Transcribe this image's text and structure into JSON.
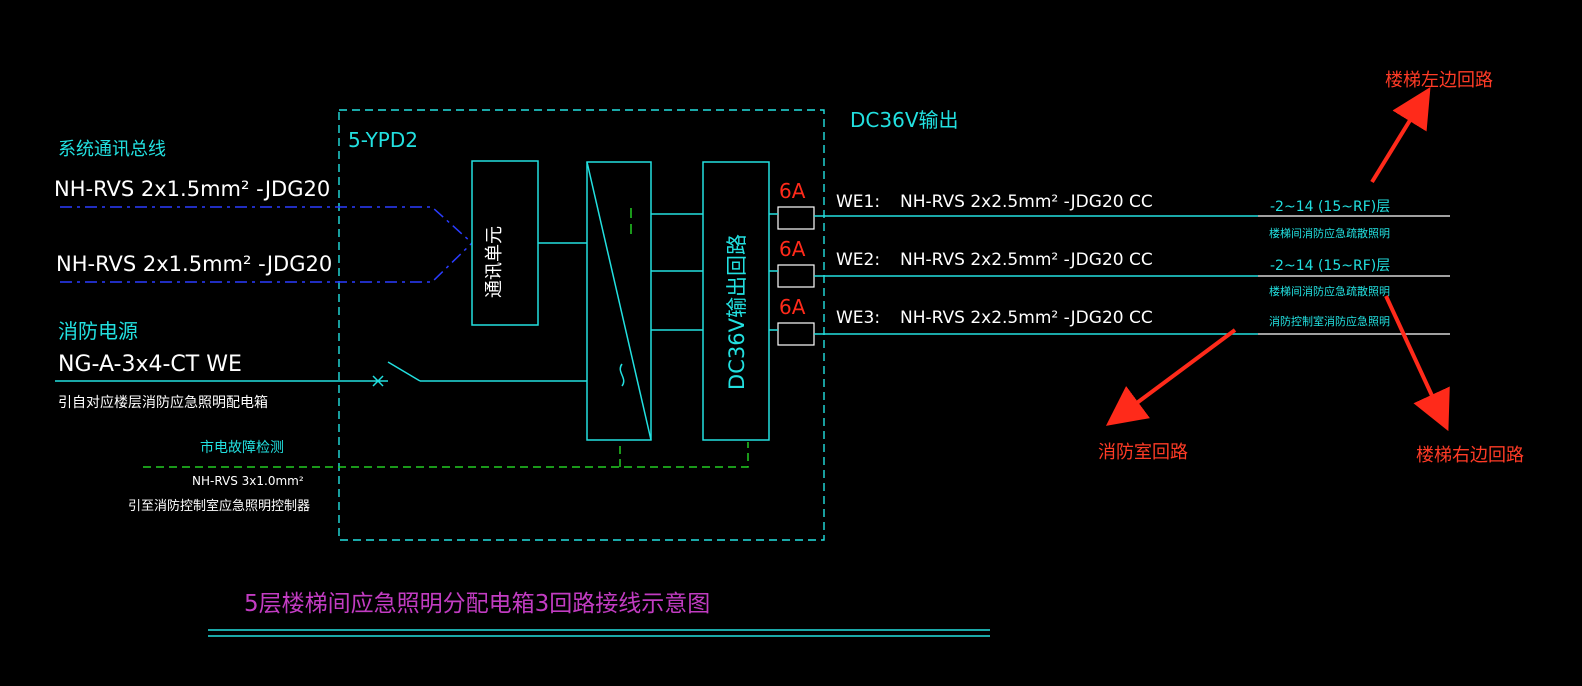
{
  "colors": {
    "background": "#000000",
    "cyan": "#22e0e0",
    "blue_dash": "#2a3cff",
    "green_dash": "#22cc22",
    "red": "#ff2a1a",
    "magenta": "#c23cc2",
    "white": "#ffffff"
  },
  "panel": {
    "name": "5-YPD2",
    "output_label": "DC36V输出"
  },
  "inputs": {
    "comm_bus_title": "系统通讯总线",
    "comm_cable_1": "NH-RVS 2x1.5mm² -JDG20",
    "comm_cable_2": "NH-RVS 2x1.5mm² -JDG20",
    "fire_power_title": "消防电源",
    "fire_power_cable": "NG-A-3x4-CT WE",
    "fire_power_source": "引自对应楼层消防应急照明配电箱",
    "mains_fault_title": "市电故障检测",
    "mains_fault_cable": "NH-RVS 3x1.0mm²",
    "mains_fault_dest": "引至消防控制室应急照明控制器"
  },
  "blocks": {
    "comm_unit": "通讯单元",
    "output_circuit": "DC36V输出回路"
  },
  "circuits": [
    {
      "id": "WE1:",
      "cable": "NH-RVS 2x2.5mm² -JDG20  CC",
      "breaker": "6A",
      "floors": "-2~14 (15~RF)层",
      "load": "楼梯间消防应急疏散照明"
    },
    {
      "id": "WE2:",
      "cable": "NH-RVS 2x2.5mm² -JDG20  CC",
      "breaker": "6A",
      "floors": "-2~14 (15~RF)层",
      "load": "楼梯间消防应急疏散照明"
    },
    {
      "id": "WE3:",
      "cable": "NH-RVS 2x2.5mm² -JDG20  CC",
      "breaker": "6A",
      "floors": "",
      "load": "消防控制室消防应急照明"
    }
  ],
  "annotations": {
    "left_stair": "楼梯左边回路",
    "fire_room": "消防室回路",
    "right_stair": "楼梯右边回路"
  },
  "caption": "5层楼梯间应急照明分配电箱3回路接线示意图"
}
